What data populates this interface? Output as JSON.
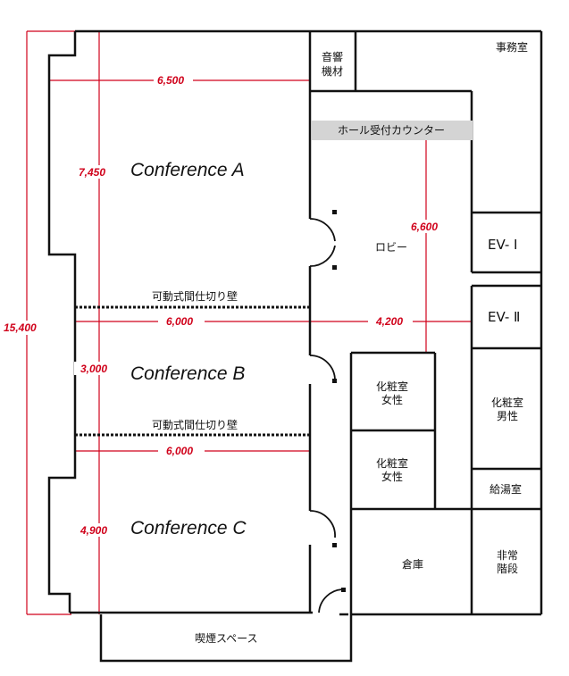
{
  "rooms": {
    "conference_a": "Conference A",
    "conference_b": "Conference B",
    "conference_c": "Conference C",
    "sound_equipment_line1": "音響",
    "sound_equipment_line2": "機材",
    "office": "事務室",
    "reception_counter": "ホール受付カウンター",
    "lobby": "ロビー",
    "ev1": "EV- Ⅰ",
    "ev2": "EV- Ⅱ",
    "restroom_women_1_line1": "化粧室",
    "restroom_women_1_line2": "女性",
    "restroom_women_2_line1": "化粧室",
    "restroom_women_2_line2": "女性",
    "restroom_men_line1": "化粧室",
    "restroom_men_line2": "男性",
    "kitchenette": "給湯室",
    "storage": "倉庫",
    "emergency_stairs_line1": "非常",
    "emergency_stairs_line2": "階段",
    "smoking_space": "喫煙スペース"
  },
  "partitions": {
    "upper": "可動式間仕切り壁",
    "lower": "可動式間仕切り壁"
  },
  "dimensions": {
    "total_height": "15,400",
    "conf_a_width": "6,500",
    "conf_a_height": "7,450",
    "conf_b_width": "6,000",
    "conf_b_height": "3,000",
    "conf_c_width": "6,000",
    "conf_c_height": "4,900",
    "lobby_height": "6,600",
    "lobby_width": "4,200"
  },
  "colors": {
    "wall": "#111111",
    "dimension": "#d0021b",
    "counter_fill": "#d4d4d4"
  }
}
